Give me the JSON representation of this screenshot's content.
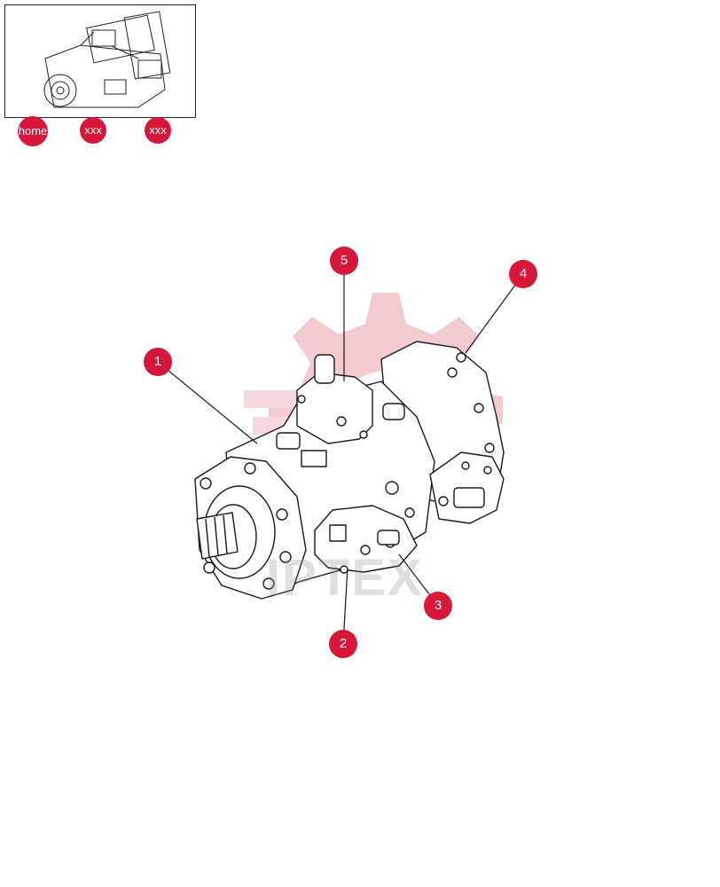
{
  "nav": {
    "home_label": "home",
    "xxx1_label": "xxx",
    "xxx2_label": "xxx"
  },
  "callouts": {
    "c1": "1",
    "c2": "2",
    "c3": "3",
    "c4": "4",
    "c5": "5"
  },
  "watermark": {
    "text": "IPTEX"
  },
  "colors": {
    "accent": "#d6173a",
    "line": "#1a1a1a",
    "watermark_red": "#e8a0a8"
  },
  "icons": {
    "thumbnail": "hydraulic-pump-thumbnail-icon",
    "watermark_gear": "gear-watermark-icon"
  }
}
